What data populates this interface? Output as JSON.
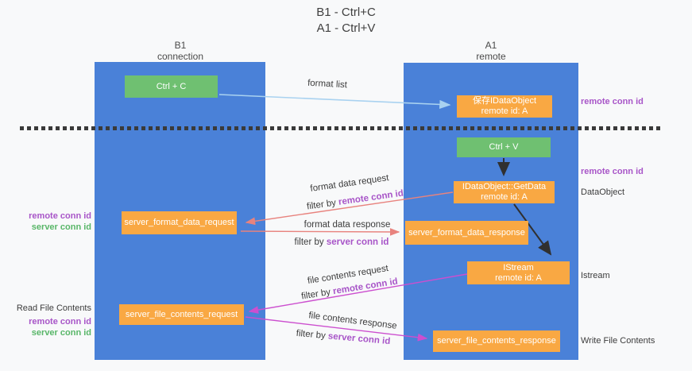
{
  "title": {
    "line1": "B1 - Ctrl+C",
    "line2": "A1 - Ctrl+V"
  },
  "lanes": [
    {
      "name": "B1",
      "subtitle": "connection"
    },
    {
      "name": "A1",
      "subtitle": "remote"
    }
  ],
  "nodes": {
    "ctrl_c": {
      "label": "Ctrl + C"
    },
    "ctrl_v": {
      "label": "Ctrl + V"
    },
    "save_idataobject": {
      "line1": "保存IDataObject",
      "line2": "remote id: A"
    },
    "getdata": {
      "line1": "IDataObject::GetData",
      "line2": "remote id: A"
    },
    "istream": {
      "line1": "IStream",
      "line2": "remote id: A"
    },
    "server_format_data_request": {
      "label": "server_format_data_request"
    },
    "server_format_data_response": {
      "label": "server_format_data_response"
    },
    "server_file_contents_request": {
      "label": "server_file_contents_request"
    },
    "server_file_contents_response": {
      "label": "server_file_contents_response"
    }
  },
  "edges": {
    "format_list": {
      "label": "format list"
    },
    "format_data_request": {
      "label": "format data request",
      "filter_prefix": "filter by ",
      "filter_key": "remote conn id"
    },
    "format_data_response": {
      "label": "format data response",
      "filter_prefix": "filter by ",
      "filter_key": "server conn id"
    },
    "file_contents_request": {
      "label": "file contents request",
      "filter_prefix": "filter by ",
      "filter_key": "remote conn id"
    },
    "file_contents_response": {
      "label": "file contents response",
      "filter_prefix": "filter by ",
      "filter_key": "server conn id"
    }
  },
  "annotations": {
    "right": {
      "remote_conn_id_top": "remote conn id",
      "remote_conn_id_mid": "remote conn id",
      "dataobject": "DataObject",
      "istream": "Istream",
      "write_file_contents": "Write File Contents"
    },
    "left": {
      "remote_conn_id_1": "remote conn id",
      "server_conn_id_1": "server conn id",
      "read_file_contents": "Read File Contents",
      "remote_conn_id_2": "remote conn id",
      "server_conn_id_2": "server conn id"
    }
  },
  "colors": {
    "lane_blue": "#4a81d8",
    "node_orange": "#f9a843",
    "node_green": "#6fc071",
    "purple_text": "#a855c8",
    "green_text": "#58b668",
    "arrow_lightblue": "#a9d2f0",
    "arrow_salmon": "#e8837e",
    "arrow_magenta": "#cc4fcf",
    "arrow_black": "#303030",
    "dashed_line": "#3a3a3a"
  }
}
